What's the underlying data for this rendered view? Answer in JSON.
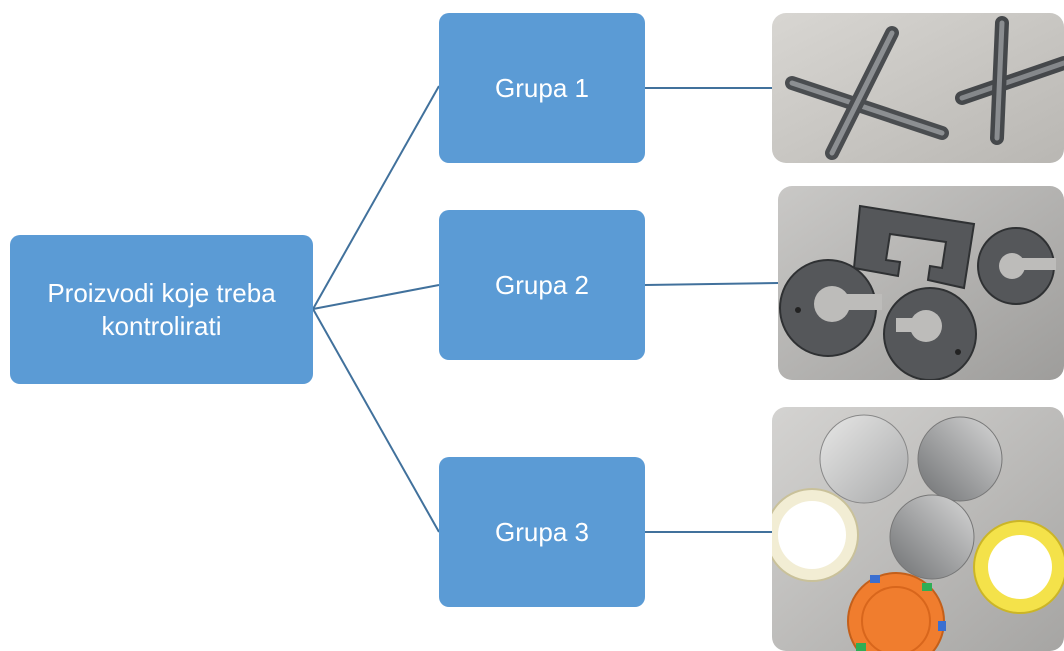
{
  "diagram": {
    "root": {
      "label": "Proizvodi koje treba kontrolirati"
    },
    "groups": [
      {
        "label": "Grupa 1",
        "photo": "crossed-metal-pins-photo"
      },
      {
        "label": "Grupa 2",
        "photo": "c-shaped-metal-washers-photo"
      },
      {
        "label": "Grupa 3",
        "photo": "metal-discs-and-plastic-chips-photo"
      }
    ],
    "colors": {
      "node_fill": "#5b9bd5",
      "node_text": "#ffffff",
      "connector": "#41719c"
    }
  }
}
